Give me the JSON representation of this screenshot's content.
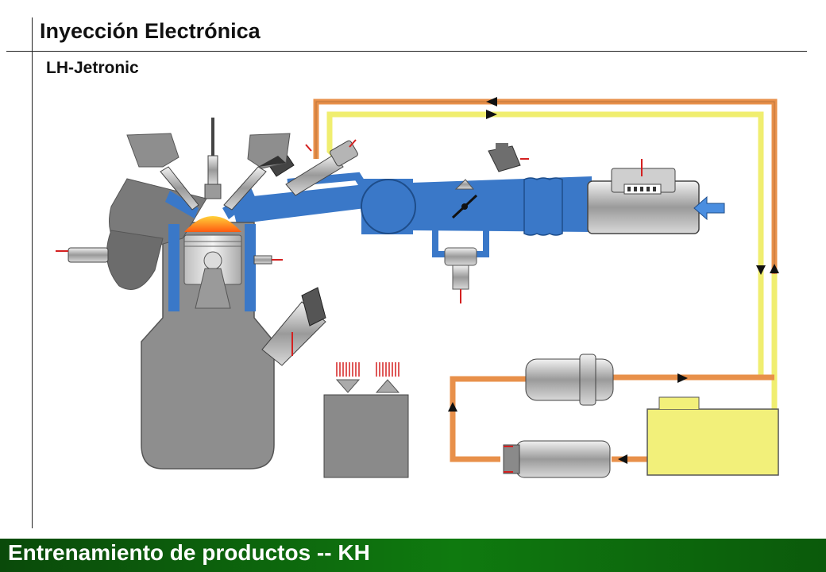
{
  "header": {
    "title": "Inyección Electrónica",
    "subtitle": "LH-Jetronic"
  },
  "footer": {
    "label": "Entrenamiento de productos -- KH",
    "color": "#0f7a0f"
  },
  "colors": {
    "intake_blue": "#3a78c8",
    "fuel_supply_orange": "#e8904a",
    "fuel_return_yellow": "#f0ee70",
    "engine_gray": "#8e8e8e",
    "tank_yellow": "#f2f07a",
    "combustion_flame": "#ff7a1a",
    "sensor_wire_red": "#d42020"
  },
  "icons": [
    "air-intake-arrow-icon",
    "flow-arrow-icon",
    "spark-plug-icon",
    "sensor-icon"
  ]
}
